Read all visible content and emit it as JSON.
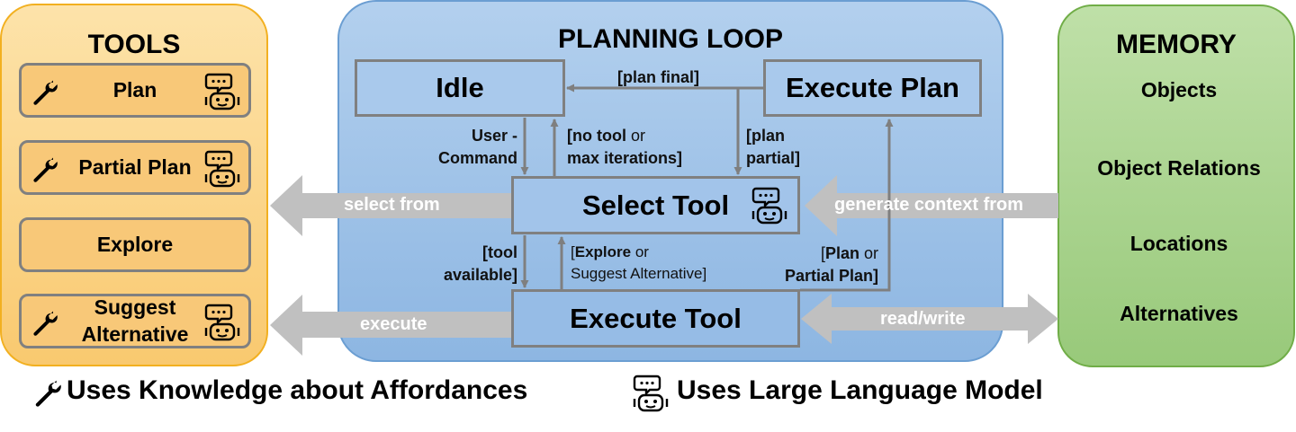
{
  "panels": {
    "tools_title": "TOOLS",
    "loop_title": "PLANNING LOOP",
    "memory_title": "MEMORY"
  },
  "tools": {
    "plan": "Plan",
    "partial_plan": "Partial Plan",
    "explore": "Explore",
    "suggest_line1": "Suggest",
    "suggest_line2": "Alternative"
  },
  "states": {
    "idle": "Idle",
    "execute_plan": "Execute Plan",
    "select_tool": "Select Tool",
    "execute_tool": "Execute Tool"
  },
  "guards": {
    "plan_final": "[plan final]",
    "user_line1": "User -",
    "user_line2": "Command",
    "no_tool_a": "[no tool",
    "no_tool_b": " or",
    "no_tool_line2": "max iterations]",
    "plan_partial_line1": "[plan",
    "plan_partial_line2": "partial]",
    "tool_avail_line1": "[tool",
    "tool_avail_line2": "available]",
    "explore_a": "[",
    "explore_b": "Explore",
    "explore_c": " or",
    "explore_line2": "Suggest Alternative]",
    "plan_or_a": "[",
    "plan_or_b": "Plan",
    "plan_or_c": " or",
    "plan_or_line2": "Partial Plan]"
  },
  "arrows": {
    "select_from": "select from",
    "execute": "execute",
    "generate_context": "generate context from",
    "read_write": "read/write"
  },
  "memory": {
    "objects": "Objects",
    "object_relations": "Object Relations",
    "locations": "Locations",
    "alternatives": "Alternatives"
  },
  "legend": {
    "affordances": "Uses Knowledge about Affordances",
    "llm": "Uses Large Language Model"
  },
  "colors": {
    "tools_panel": "#fbd58e",
    "tools_border": "#f2b020",
    "loop_panel": "#9dc1e6",
    "loop_border": "#6b9ed2",
    "memory_panel": "#a9d18e",
    "memory_border": "#70ad47",
    "big_arrow": "#c0c0c0",
    "state_fill": "#a2c4ea",
    "line": "#7f7f7f"
  },
  "icons": {
    "wrench": "wrench-icon",
    "llm": "robot-chat-icon"
  }
}
